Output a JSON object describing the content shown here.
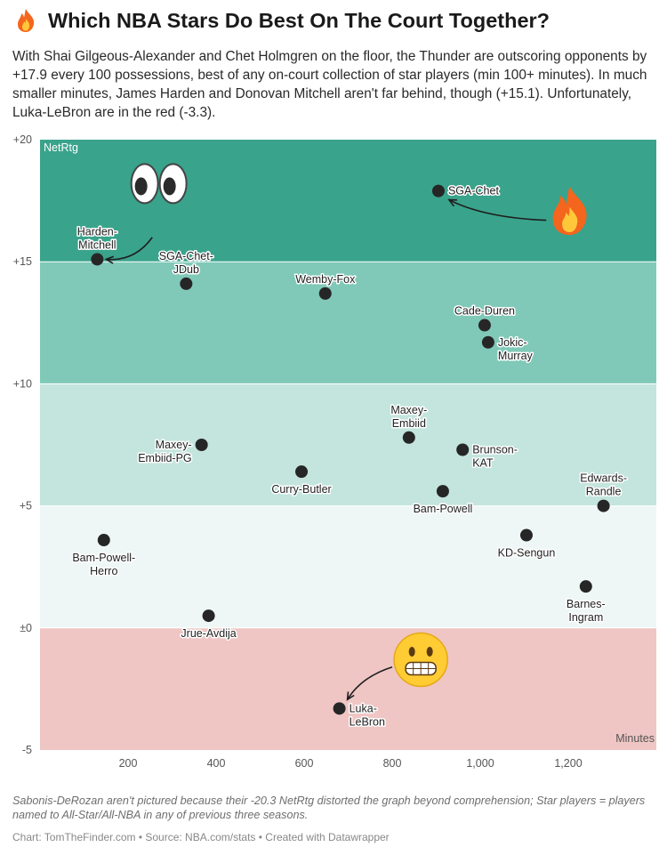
{
  "header": {
    "title": "Which NBA Stars Do Best On The Court Together?",
    "title_icon": "fire-icon",
    "subtitle": "With Shai Gilgeous-Alexander and Chet Holmgren on the floor, the Thunder are outscoring opponents by +17.9 every 100 possessions, best of any on-court collection of star players (min 100+ minutes). In much smaller minutes, James Harden and Donovan Mitchell aren't far behind, though (+15.1). Unfortunately, Luka-LeBron are in the red (-3.3)."
  },
  "chart_data": {
    "type": "scatter",
    "xlabel": "Minutes",
    "ylabel": "NetRtg",
    "xlim": [
      0,
      1400
    ],
    "ylim": [
      -5,
      20
    ],
    "x_ticks": [
      200,
      400,
      600,
      800,
      1000,
      1200
    ],
    "x_tick_labels": [
      "200",
      "400",
      "600",
      "800",
      "1,000",
      "1,200"
    ],
    "y_ticks": [
      20,
      15,
      10,
      5,
      0,
      -5
    ],
    "y_tick_labels": [
      "+20",
      "+15",
      "+10",
      "+5",
      "±0",
      "-5"
    ],
    "bands": [
      {
        "from": 15,
        "to": 20,
        "color": "#3aa38c"
      },
      {
        "from": 10,
        "to": 15,
        "color": "#80c9b8"
      },
      {
        "from": 5,
        "to": 10,
        "color": "#c3e5dd"
      },
      {
        "from": 0,
        "to": 5,
        "color": "#eef7f5"
      },
      {
        "from": -5,
        "to": 0,
        "color": "#efc6c4"
      }
    ],
    "points": [
      {
        "label": "SGA-Chet",
        "x": 905,
        "y": 17.9,
        "label_pos": "right"
      },
      {
        "label": "Harden-\nMitchell",
        "x": 130,
        "y": 15.1,
        "label_pos": "above"
      },
      {
        "label": "SGA-Chet-\nJDub",
        "x": 332,
        "y": 14.1,
        "label_pos": "above"
      },
      {
        "label": "Wemby-Fox",
        "x": 648,
        "y": 13.7,
        "label_pos": "above"
      },
      {
        "label": "Cade-Duren",
        "x": 1010,
        "y": 12.4,
        "label_pos": "above"
      },
      {
        "label": "Jokic-\nMurray",
        "x": 1018,
        "y": 11.7,
        "label_pos": "right"
      },
      {
        "label": "Maxey-\nEmbiid",
        "x": 838,
        "y": 7.8,
        "label_pos": "above"
      },
      {
        "label": "Maxey-\nEmbiid-PG",
        "x": 367,
        "y": 7.5,
        "label_pos": "left"
      },
      {
        "label": "Brunson-\nKAT",
        "x": 960,
        "y": 7.3,
        "label_pos": "right"
      },
      {
        "label": "Curry-Butler",
        "x": 594,
        "y": 6.4,
        "label_pos": "below"
      },
      {
        "label": "Bam-Powell",
        "x": 915,
        "y": 5.6,
        "label_pos": "below"
      },
      {
        "label": "Edwards-\nRandle",
        "x": 1280,
        "y": 5.0,
        "label_pos": "above"
      },
      {
        "label": "Bam-Powell-\nHerro",
        "x": 145,
        "y": 3.6,
        "label_pos": "below"
      },
      {
        "label": "KD-Sengun",
        "x": 1105,
        "y": 3.8,
        "label_pos": "below"
      },
      {
        "label": "Barnes-\nIngram",
        "x": 1240,
        "y": 1.7,
        "label_pos": "below"
      },
      {
        "label": "Jrue-Avdija",
        "x": 383,
        "y": 0.5,
        "label_pos": "below"
      },
      {
        "label": "Luka-\nLeBron",
        "x": 680,
        "y": -3.3,
        "label_pos": "right"
      }
    ],
    "annotations": [
      {
        "emoji": "eyes-icon",
        "x": 270,
        "y": 18.2
      },
      {
        "emoji": "fire-icon",
        "x": 1200,
        "y": 17.0
      },
      {
        "emoji": "grimace-icon",
        "x": 865,
        "y": -1.3
      }
    ]
  },
  "footer": {
    "note": "Sabonis-DeRozan aren't pictured because their -20.3 NetRtg distorted the graph beyond comprehension; Star players = players named to All-Star/All-NBA in any of previous three seasons.",
    "credit": "Chart: TomTheFinder.com • Source: NBA.com/stats • Created with Datawrapper"
  },
  "colors": {
    "dot": "#262626",
    "label": "#222222",
    "tick": "#555555"
  }
}
